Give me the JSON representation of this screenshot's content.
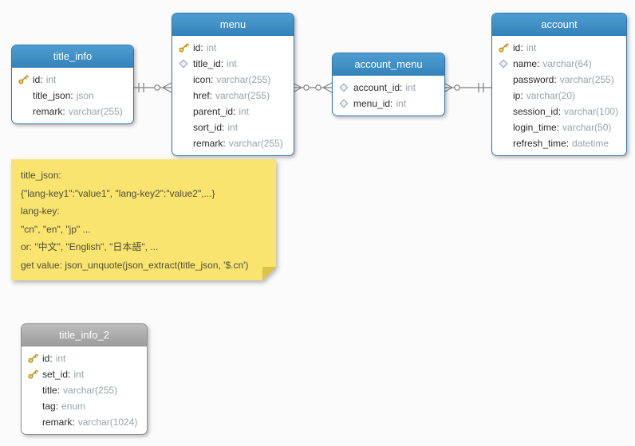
{
  "diagram": {
    "background": "#fbfbfb",
    "accent_blue": "#3c8ec8",
    "accent_gray": "#a8a8a8",
    "line_color": "#808080"
  },
  "tables": [
    {
      "title": "title_info",
      "style": "blue",
      "fields": [
        {
          "name": "id",
          "type": "int",
          "icon": "key"
        },
        {
          "name": "title_json",
          "type": "json",
          "icon": ""
        },
        {
          "name": "remark",
          "type": "varchar(255)",
          "icon": ""
        }
      ]
    },
    {
      "title": "menu",
      "style": "blue",
      "fields": [
        {
          "name": "id",
          "type": "int",
          "icon": "key"
        },
        {
          "name": "title_id",
          "type": "int",
          "icon": "diamond"
        },
        {
          "name": "icon",
          "type": "varchar(255)",
          "icon": ""
        },
        {
          "name": "href",
          "type": "varchar(255)",
          "icon": ""
        },
        {
          "name": "parent_id",
          "type": "int",
          "icon": ""
        },
        {
          "name": "sort_id",
          "type": "int",
          "icon": ""
        },
        {
          "name": "remark",
          "type": "varchar(255)",
          "icon": ""
        }
      ]
    },
    {
      "title": "account_menu",
      "style": "blue",
      "fields": [
        {
          "name": "account_id",
          "type": "int",
          "icon": "diamond"
        },
        {
          "name": "menu_id",
          "type": "int",
          "icon": "diamond"
        }
      ]
    },
    {
      "title": "account",
      "style": "blue",
      "fields": [
        {
          "name": "id",
          "type": "int",
          "icon": "key"
        },
        {
          "name": "name",
          "type": "varchar(64)",
          "icon": "diamond"
        },
        {
          "name": "password",
          "type": "varchar(255)",
          "icon": ""
        },
        {
          "name": "ip",
          "type": "varchar(20)",
          "icon": ""
        },
        {
          "name": "session_id",
          "type": "varchar(100)",
          "icon": ""
        },
        {
          "name": "login_time",
          "type": "varchar(50)",
          "icon": ""
        },
        {
          "name": "refresh_time",
          "type": "datetime",
          "icon": ""
        }
      ]
    },
    {
      "title": "title_info_2",
      "style": "gray",
      "fields": [
        {
          "name": "id",
          "type": "int",
          "icon": "key"
        },
        {
          "name": "set_id",
          "type": "int",
          "icon": "key"
        },
        {
          "name": "title",
          "type": "varchar(255)",
          "icon": ""
        },
        {
          "name": "tag",
          "type": "enum",
          "icon": ""
        },
        {
          "name": "remark",
          "type": "varchar(1024)",
          "icon": ""
        }
      ]
    }
  ],
  "note": {
    "lines": [
      "title_json:",
      "{\"lang-key1\":\"value1\", \"lang-key2\":\"value2\",...}",
      "lang-key:",
      "\"cn\", \"en\", \"jp\" ...",
      "or: \"中文\", \"English\", \"日本語\", ...",
      "get value: json_unquote(json_extract(title_json, '$.cn')"
    ]
  },
  "relationships": [
    {
      "from": "title_info",
      "to": "menu",
      "from_end": "one-exactly",
      "to_end": "zero-or-many"
    },
    {
      "from": "menu",
      "to": "account_menu",
      "from_end": "zero-or-many",
      "to_end": "zero-or-many"
    },
    {
      "from": "account_menu",
      "to": "account",
      "from_end": "zero-or-many",
      "to_end": "one-exactly"
    }
  ]
}
